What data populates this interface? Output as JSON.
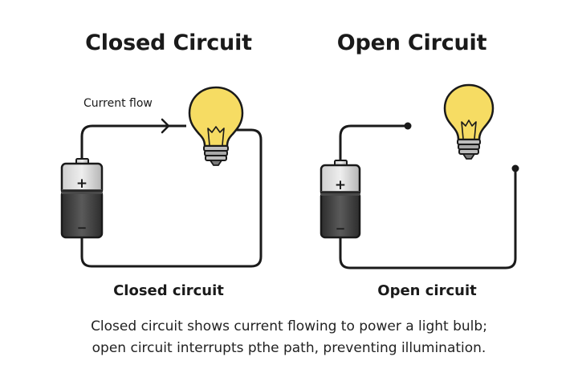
{
  "titles": {
    "closed": "Closed Circuit",
    "open": "Open Circuit"
  },
  "labels": {
    "current_flow": "Current flow",
    "closed": "Closed circuit",
    "open": "Open circuit"
  },
  "battery": {
    "plus": "+",
    "minus": "−"
  },
  "caption": {
    "line1": "Closed circuit shows current flowing to power a light bulb;",
    "line2": "open circuit interrupts pthe path, preventing illumination."
  },
  "colors": {
    "bulb_glass": "#f6dc63",
    "bulb_base": "#9a9a9a",
    "battery_body": "#3f3f3f",
    "battery_top": "#bdbdbd",
    "wire": "#1a1a1a"
  },
  "icons": {
    "bulb": "light-bulb-icon",
    "battery": "battery-icon"
  }
}
